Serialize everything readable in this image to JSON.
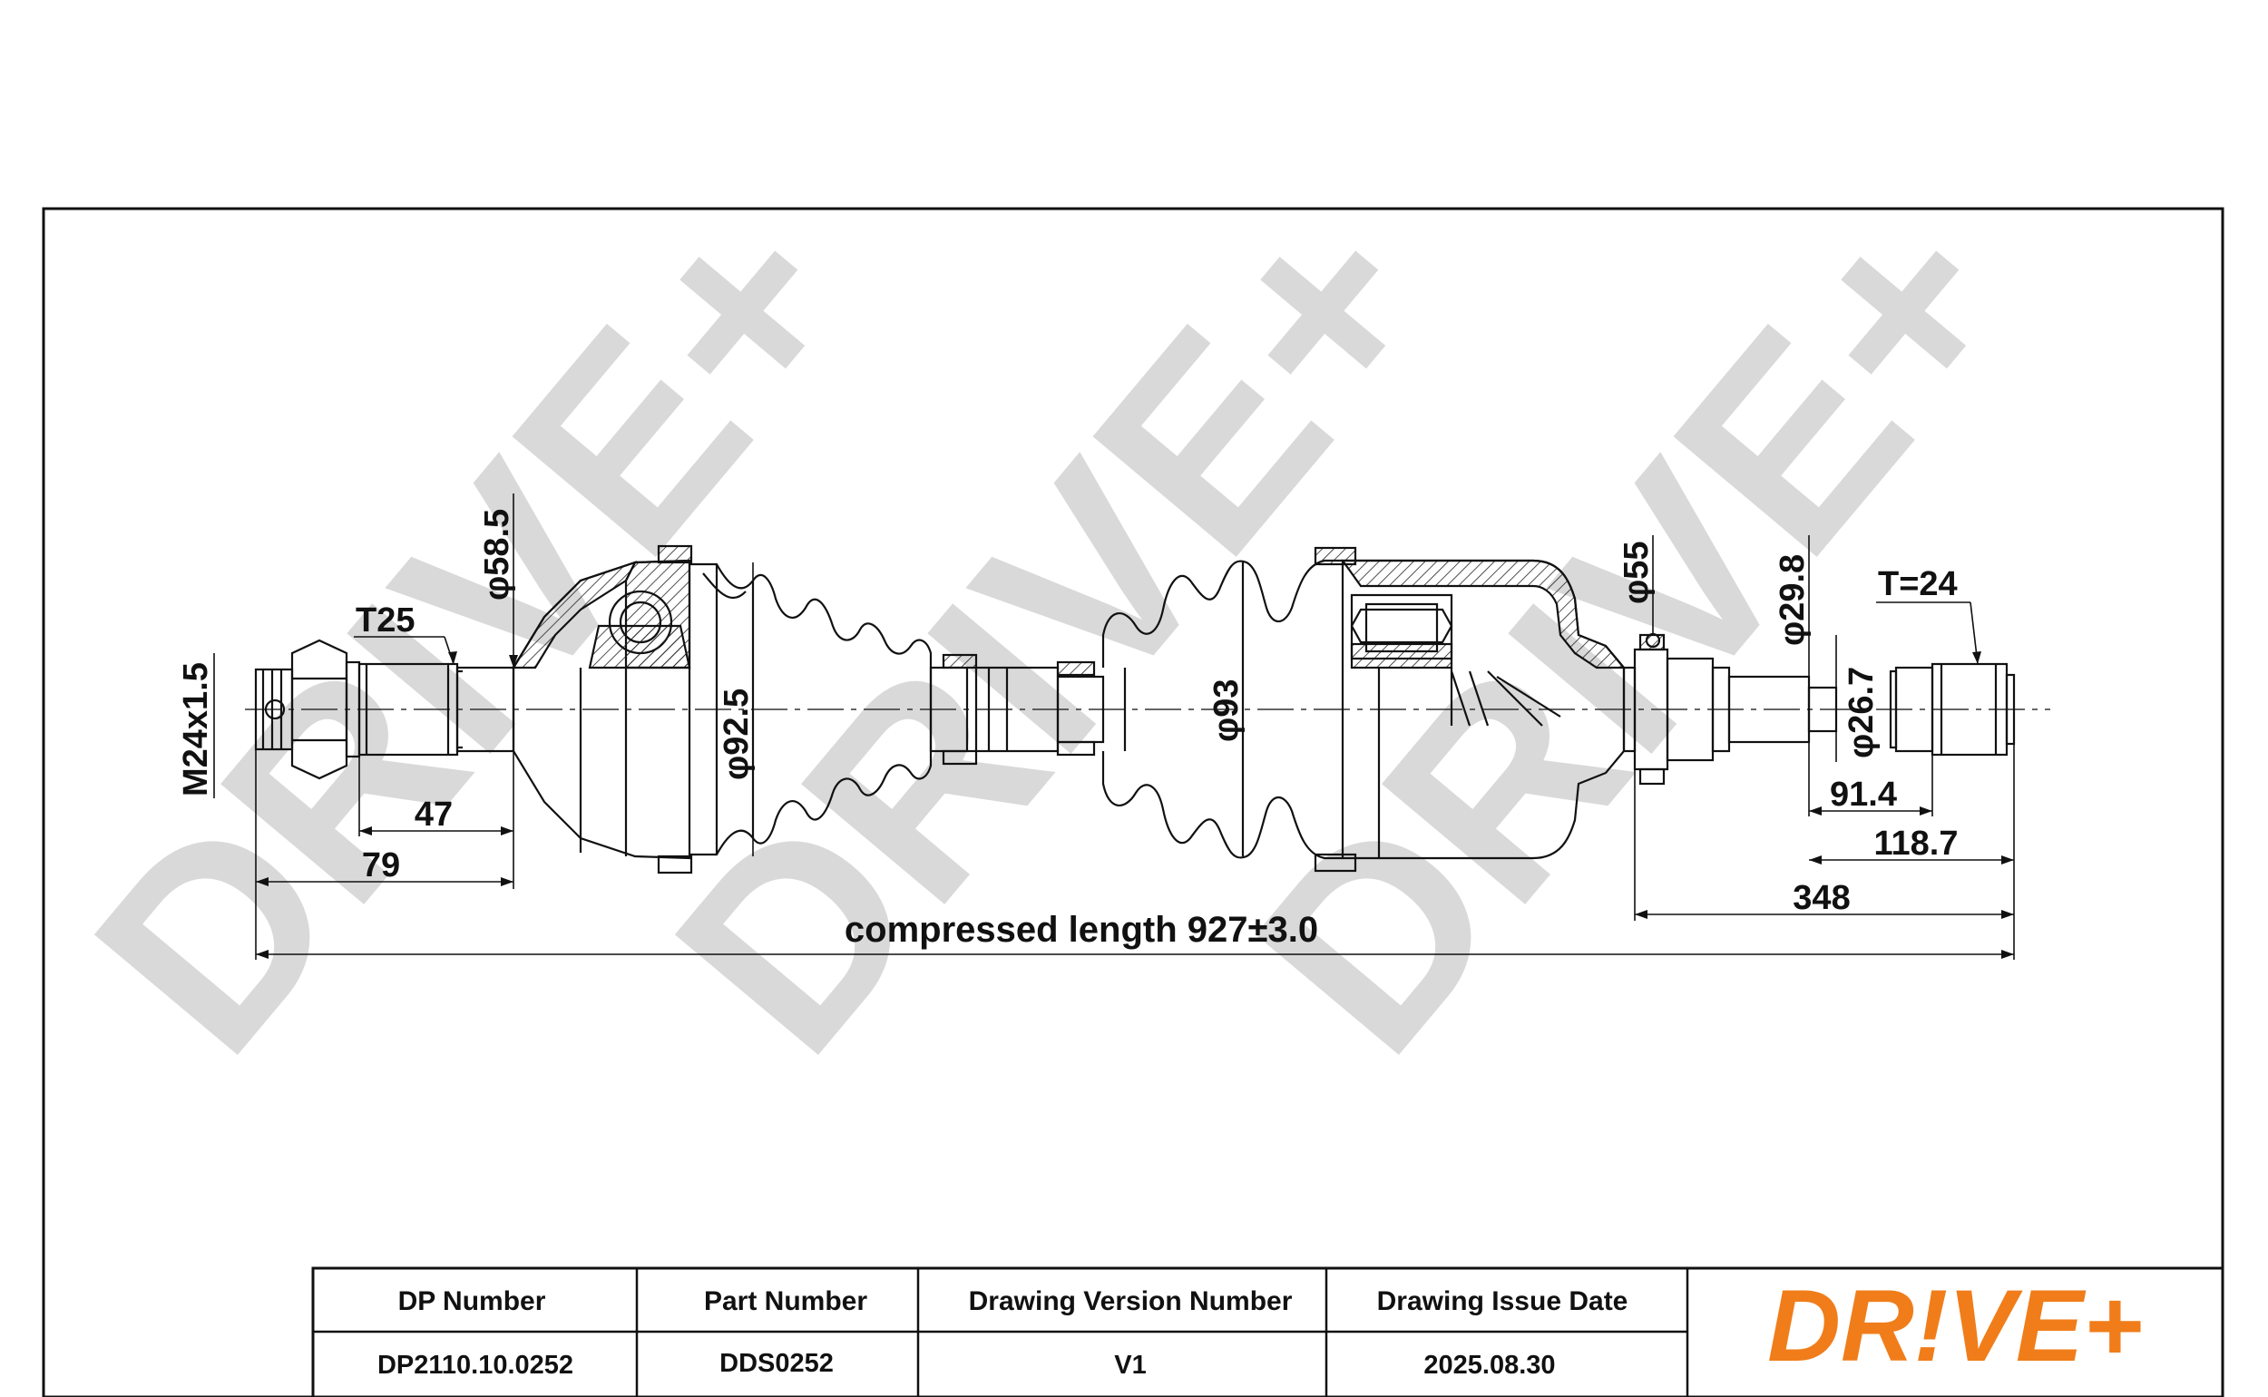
{
  "drawing": {
    "dimensions": {
      "thread": "M24x1.5",
      "spline_outer": "T25",
      "d_outer_joint": "φ58.5",
      "d_outer_boot": "φ92.5",
      "d_inner_boot": "φ93",
      "d_inner_joint": "φ55",
      "d_shaft_a": "φ29.8",
      "d_shaft_b": "φ26.7",
      "spline_inner": "T=24",
      "len_47": "47",
      "len_79": "79",
      "len_91_4": "91.4",
      "len_118_7": "118.7",
      "len_348": "348",
      "compressed_length": "compressed length 927±3.0"
    },
    "watermark": "DRIVE+"
  },
  "title_block": {
    "headers": [
      "DP Number",
      "Part Number",
      "Drawing Version Number",
      "Drawing Issue Date"
    ],
    "values": [
      "DP2110.10.0252",
      "DDS0252",
      "V1",
      "2025.08.30"
    ],
    "logo": "DR!VE+",
    "logo_color": "#f07d1a"
  }
}
